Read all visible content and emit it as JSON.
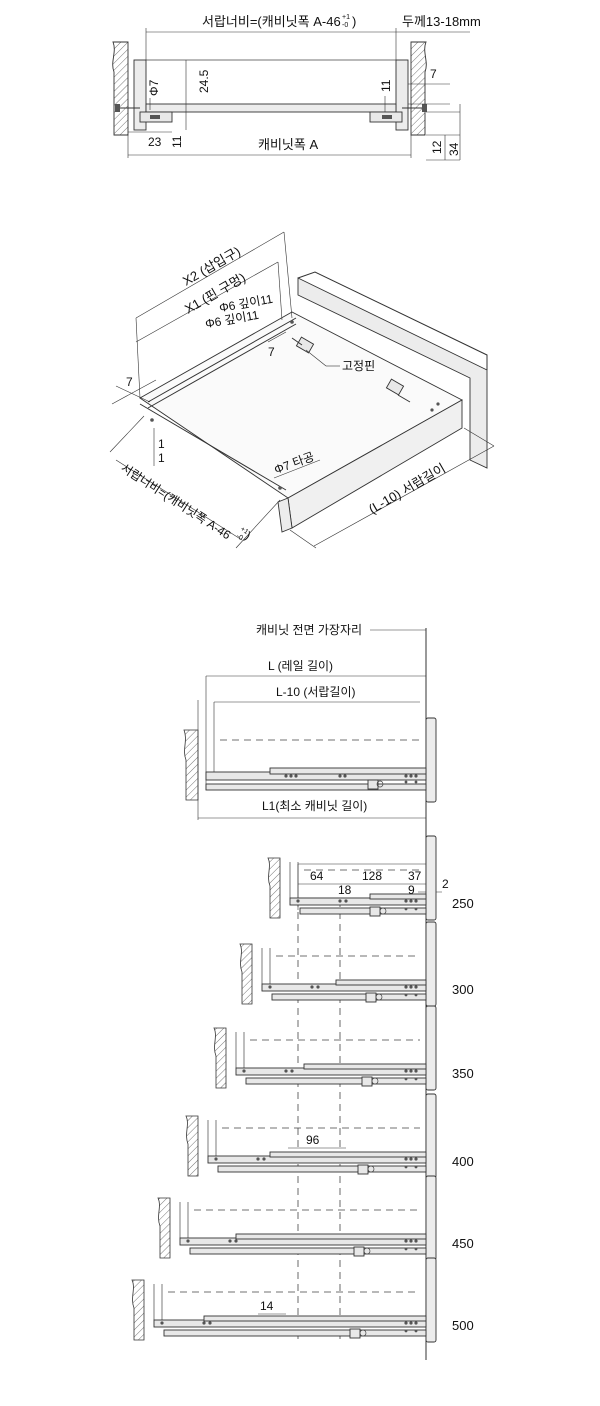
{
  "section_top": {
    "drawer_width_label": "서랍너비=(캐비닛폭  A-46",
    "tol_plus": "+1",
    "tol_minus": "-0",
    "tol_close": ")",
    "thickness_label": "두께13-18mm",
    "dim_245": "24.5",
    "dim_phi7": "Φ7",
    "dim_11_right": "11",
    "dim_7": "7",
    "dim_23": "23",
    "dim_11_left": "11",
    "cabinet_width_label": "캐비닛폭 A",
    "dim_12": "12",
    "dim_34": "34"
  },
  "section_iso": {
    "x2_label": "X2 (삽입구)",
    "x1_label": "X1 (핀 구멍)",
    "phi6_a": "Φ6 깊이11",
    "phi6_b": "Φ6 깊이11",
    "dim_7_a": "7",
    "pin_label": "고정핀",
    "dim_7_b": "7",
    "dim_1_a": "1",
    "dim_1_b": "1",
    "phi7_label": "Φ7 타공",
    "drawer_width_label": "서랍너비=(캐비닛폭  A-46",
    "tol_plus": "+1",
    "tol_minus": "-0",
    "tol_close": ")",
    "drawer_length_label": "(L-10) 서랍길이"
  },
  "section_side": {
    "cabinet_front_label": "캐비닛 전면 가장자리",
    "rail_length_label": "L (레일 길이)",
    "drawer_length_label": "L-10 (서랍길이)",
    "min_cabinet_label": "L1(최소 캐비닛 길이)",
    "dim_2": "2",
    "dim_64": "64",
    "dim_128": "128",
    "dim_37": "37",
    "dim_18": "18",
    "dim_9": "9",
    "dim_96": "96",
    "dim_14": "14",
    "sizes": [
      "250",
      "300",
      "350",
      "400",
      "450",
      "500"
    ]
  }
}
